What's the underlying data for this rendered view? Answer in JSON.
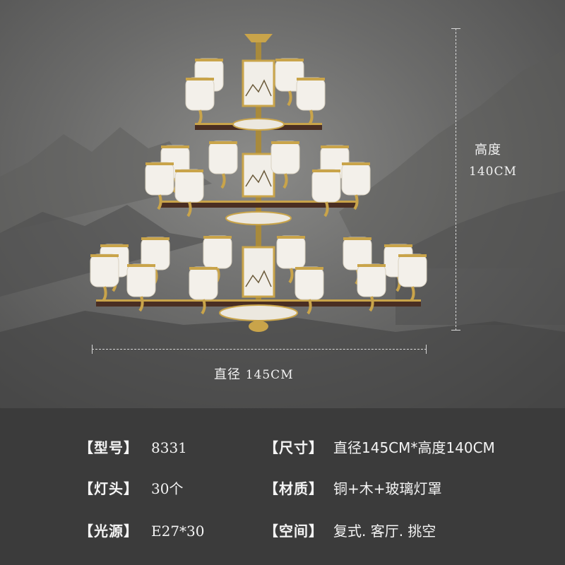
{
  "dimensions": {
    "height_label": "高度",
    "height_value": "140CM",
    "diameter_label": "直径",
    "diameter_value": "145CM"
  },
  "specs": [
    {
      "key": "【型号】",
      "value": "8331"
    },
    {
      "key": "【尺寸】",
      "value": "直径145CM*高度140CM"
    },
    {
      "key": "【灯头】",
      "value": "30个"
    },
    {
      "key": "【材质】",
      "value": "铜+木+玻璃灯罩"
    },
    {
      "key": "【光源】",
      "value": "E27*30"
    },
    {
      "key": "【空间】",
      "value": "复式. 客厅. 挑空"
    }
  ],
  "colors": {
    "background_top": "#7a7a78",
    "spec_panel": "#3b3b3b",
    "brass": "#c9a44a",
    "wood": "#4a2e22",
    "glass": "#f3f0ea"
  }
}
